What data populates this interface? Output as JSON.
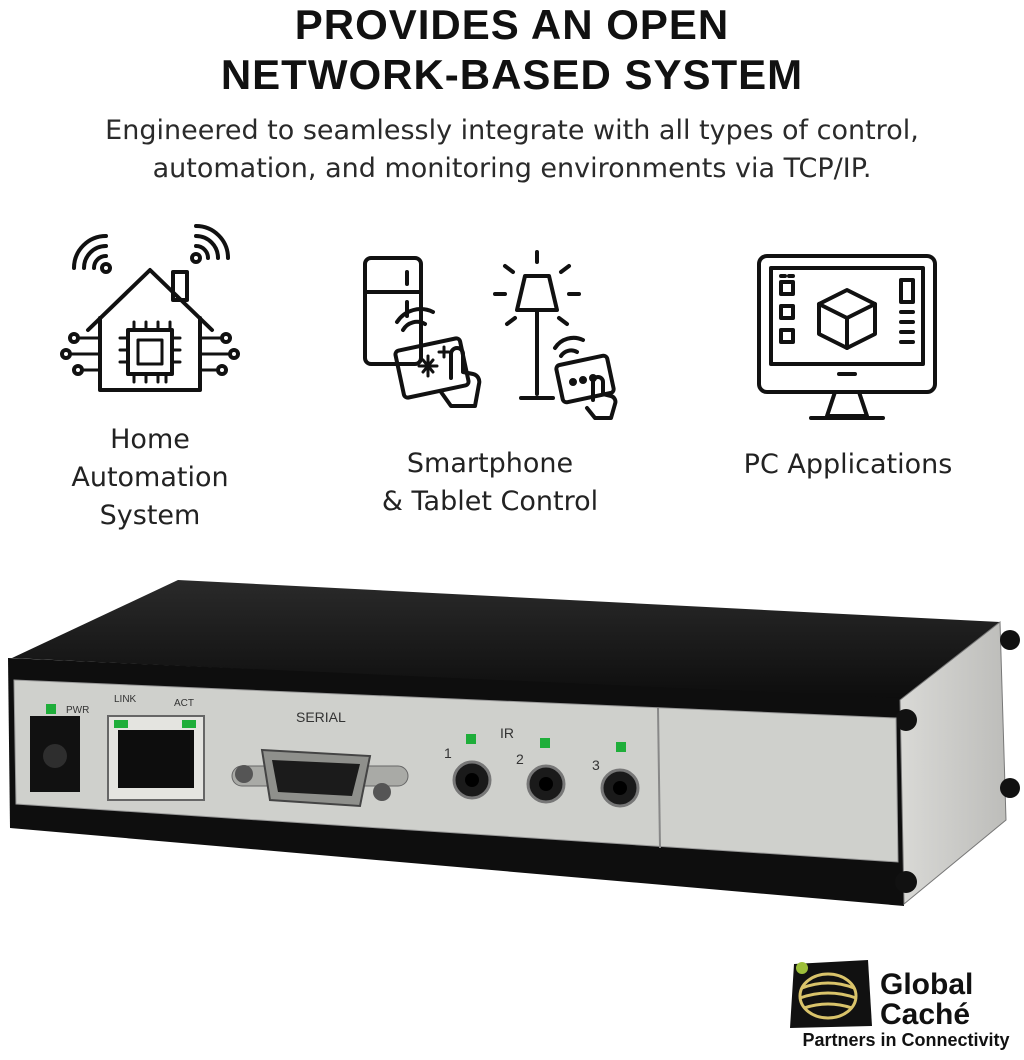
{
  "headline": {
    "line1": "PROVIDES AN OPEN",
    "line2": "NETWORK-BASED SYSTEM"
  },
  "subtitle": {
    "line1": "Engineered to seamlessly integrate with all types of control,",
    "line2": "automation, and monitoring environments via TCP/IP."
  },
  "features": [
    {
      "icon": "smart-home-icon",
      "line1": "Home",
      "line2": "Automation",
      "line3": "System"
    },
    {
      "icon": "smartphone-tablet-icon",
      "line1": "Smartphone",
      "line2": "& Tablet Control"
    },
    {
      "icon": "pc-monitor-icon",
      "line1": "PC Applications"
    }
  ],
  "device": {
    "pwr_label": "PWR",
    "link_label": "LINK",
    "act_label": "ACT",
    "serial_label": "SERIAL",
    "ir_label": "IR",
    "port1": "1",
    "port2": "2",
    "port3": "3",
    "led_color": "#1fae3a"
  },
  "brand": {
    "name_line1": "Global",
    "name_line2": "Caché",
    "tagline": "Partners in Connectivity"
  }
}
